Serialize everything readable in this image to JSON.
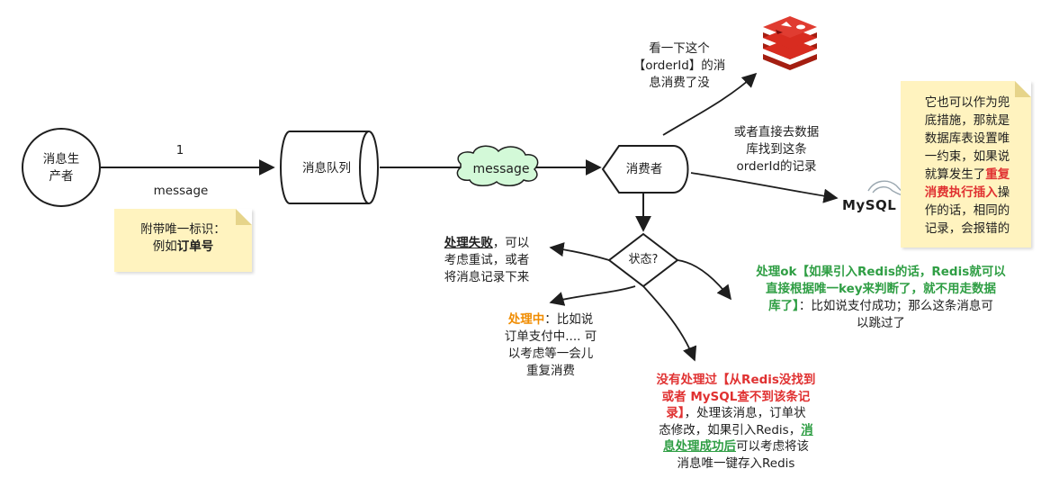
{
  "producer": {
    "label_line1": "消息生",
    "label_line2": "产者"
  },
  "arrow1": {
    "number": "1",
    "text": "message"
  },
  "note_id": {
    "line1": "附带唯一标识：",
    "line2_prefix": "例如",
    "line2_bold": "订单号"
  },
  "queue": {
    "label": "消息队列"
  },
  "cloud": {
    "label": "message"
  },
  "consumer": {
    "label": "消费者"
  },
  "redis_check": {
    "line1": "看一下这个",
    "line2": "【orderId】的消",
    "line3": "息消费了没"
  },
  "db_check": {
    "line1": "或者直接去数据",
    "line2": "库找到这条",
    "line3": "orderId的记录"
  },
  "mysql": {
    "label": "MySQL"
  },
  "note_db": {
    "line1": "它也可以作为兜",
    "line2": "底措施，那就是",
    "line3": "数据库表设置唯",
    "line4": "一约束，如果说",
    "line5_prefix": "就算发生了",
    "line5_red": "重复",
    "line6_red": "消费执行插入",
    "line6_suffix": "操",
    "line7": "作的话，相同的",
    "line8": "记录，会报错的"
  },
  "decision": {
    "label": "状态?"
  },
  "failed": {
    "bold": "处理失败",
    "line1_suffix": "，可以",
    "line2": "考虑重试，或者",
    "line3": "将消息记录下来"
  },
  "processing": {
    "orange": "处理中",
    "line1_suffix": "：比如说",
    "line2": "订单支付中.... 可",
    "line3": "以考虑等一会儿",
    "line4": "重复消费"
  },
  "done": {
    "line1_green": "处理ok【如果引入Redis的话，Redis就可以",
    "line2_green": "直接根据唯一key来判断了，就不用走数据",
    "line3_green": "库了】",
    "line3_suffix": "：比如说支付成功；那么这条消息可",
    "line4": "以跳过了"
  },
  "unprocessed": {
    "line1_red": "没有处理过【从Redis没找到",
    "line2_red": "或者 MySQL查不到该条记",
    "line3_red": "录】",
    "line3_suffix": "，处理该消息，订单状",
    "line4": "态修改，如果引入Redis，",
    "line5_green": "消",
    "line6_green": "息处理成功后",
    "line6_suffix": "可以考虑将该",
    "line7": "消息唯一键存入Redis"
  },
  "colors": {
    "note": "#fff3bf",
    "cloud": "#d3f9d8",
    "redis": "#e03c31",
    "red_text": "#e03131",
    "green_text": "#2f9e44",
    "orange_text": "#f08c00",
    "stroke": "#1e1e1e"
  }
}
